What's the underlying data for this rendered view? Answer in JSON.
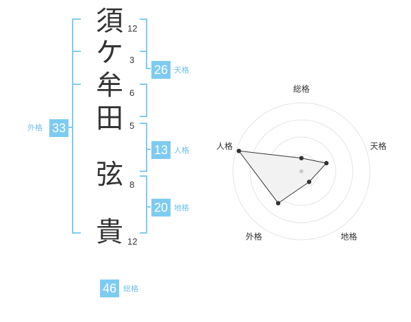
{
  "name_chars": [
    {
      "char": "須",
      "strokes": "12"
    },
    {
      "char": "ケ",
      "strokes": "3"
    },
    {
      "char": "牟",
      "strokes": "6"
    },
    {
      "char": "田",
      "strokes": "5"
    },
    {
      "char": "弦",
      "strokes": "8"
    },
    {
      "char": "貴",
      "strokes": "12"
    }
  ],
  "scores": {
    "tenkaku": {
      "value": "26",
      "label": "天格"
    },
    "jinkaku": {
      "value": "13",
      "label": "人格"
    },
    "chikaku": {
      "value": "20",
      "label": "地格"
    },
    "gaikaku": {
      "value": "33",
      "label": "外格"
    },
    "soukaku": {
      "value": "46",
      "label": "総格"
    }
  },
  "chart_data": {
    "type": "radar",
    "axes": [
      "総格",
      "天格",
      "地格",
      "外格",
      "人格"
    ],
    "values": [
      1,
      2,
      1,
      3,
      5
    ],
    "max": 5,
    "rings": 4,
    "colors": {
      "bracket": "#7ecbf2",
      "badge": "#7ecbf2",
      "label": "#6ec0ea",
      "ring": "#e3e3e3",
      "fill": "#f1f1f1",
      "stroke": "#333333"
    }
  }
}
